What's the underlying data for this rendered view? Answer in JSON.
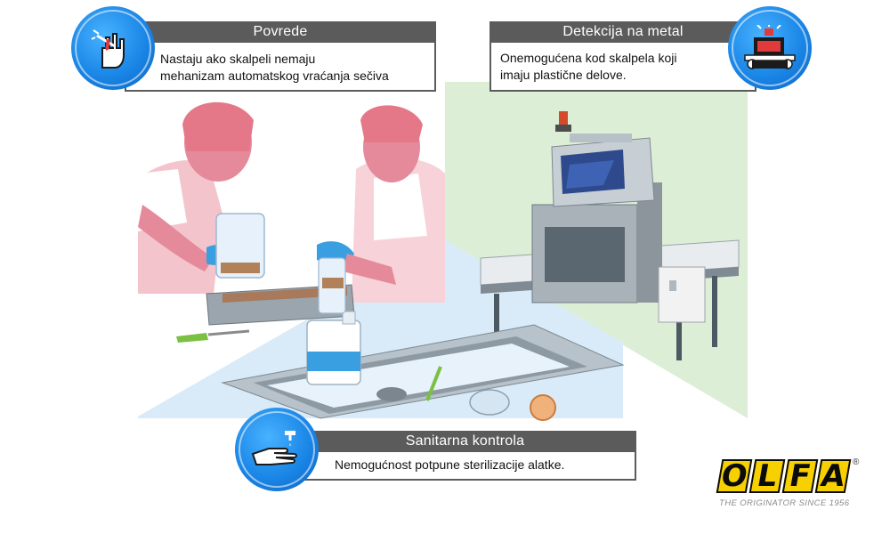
{
  "callouts": {
    "injuries": {
      "title": "Povrede",
      "line1": "Nastaju ako skalpeli nemaju",
      "line2": "mehanizam automatskog vraćanja sečiva",
      "icon": "injured-hand-icon"
    },
    "metal_detection": {
      "title": "Detekcija na metal",
      "line1": "Onemogućena kod skalpela koji",
      "line2": "imaju plastične delove.",
      "icon": "metal-detector-icon"
    },
    "sanitation": {
      "title": "Sanitarna kontrola",
      "line1": "Nemogućnost potpune sterilizacije alatke.",
      "icon": "washing-hand-icon"
    }
  },
  "brand": {
    "letters": [
      "O",
      "L",
      "F",
      "A"
    ],
    "registered": "®",
    "tagline": "THE ORIGINATOR SINCE 1956",
    "color": "#f7d000"
  },
  "colors": {
    "badge_blue": "#1a86e6",
    "header_gray": "#5b5b5b",
    "worker_pink": "#e58a9a",
    "glove_blue": "#3a9fe0",
    "panel_green": "#dcefd6",
    "panel_blue": "#d6e8f5"
  }
}
